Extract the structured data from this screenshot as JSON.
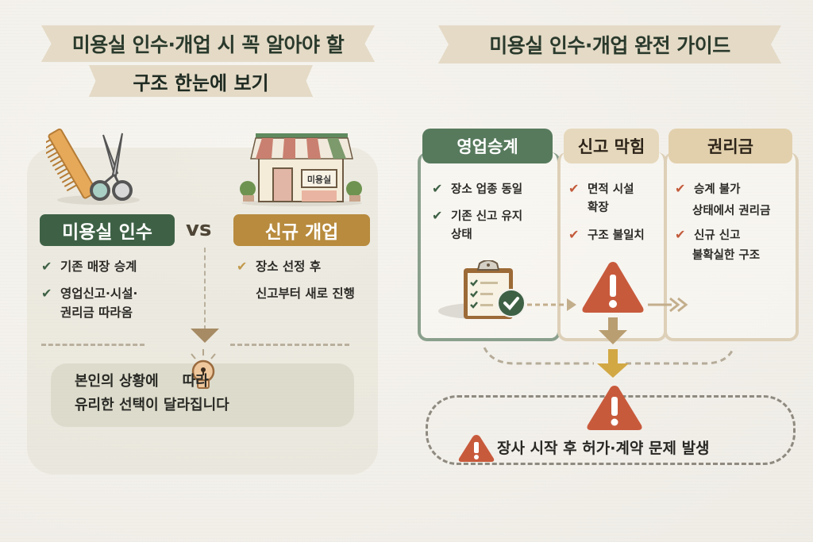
{
  "left": {
    "title_line1": "미용실 인수·개업 시 꼭 알아야 할",
    "title_line2": "구조 한눈에 보기",
    "option_a": {
      "label": "미용실 인수",
      "items": [
        "기존 매장 승계",
        "영업신고·시설·",
        "권리금 따라옴"
      ]
    },
    "vs_label": "vs",
    "option_b": {
      "label": "신규 개업",
      "items": [
        "장소 선정 후",
        "신고부터 새로 진행"
      ]
    },
    "storefront_sign": "미용실",
    "tip_line1_a": "본인의 상황에",
    "tip_line1_b": "따라",
    "tip_line2": "유리한 선택이 달라집니다"
  },
  "right": {
    "title": "미용실 인수·개업  완전 가이드",
    "cards": [
      {
        "title": "영업승계",
        "items": [
          "장소 업종 동일",
          "기존 신고 유지",
          "상태"
        ]
      },
      {
        "title": "신고 막힘",
        "items": [
          "면적 시설",
          "확장",
          "구조 불일치"
        ]
      },
      {
        "title": "권리금",
        "items": [
          "승계 불가",
          "상태에서  권리금",
          "신규 신고",
          "불확실한 구조"
        ]
      }
    ],
    "result_text": "장사 시작 후 허가·계약 문제 발생"
  },
  "colors": {
    "green": "#3e6145",
    "gold": "#b88b3e",
    "warning_red": "#c85a3c",
    "ribbon": "#e4dac6"
  },
  "icons": {
    "check": "✔"
  }
}
